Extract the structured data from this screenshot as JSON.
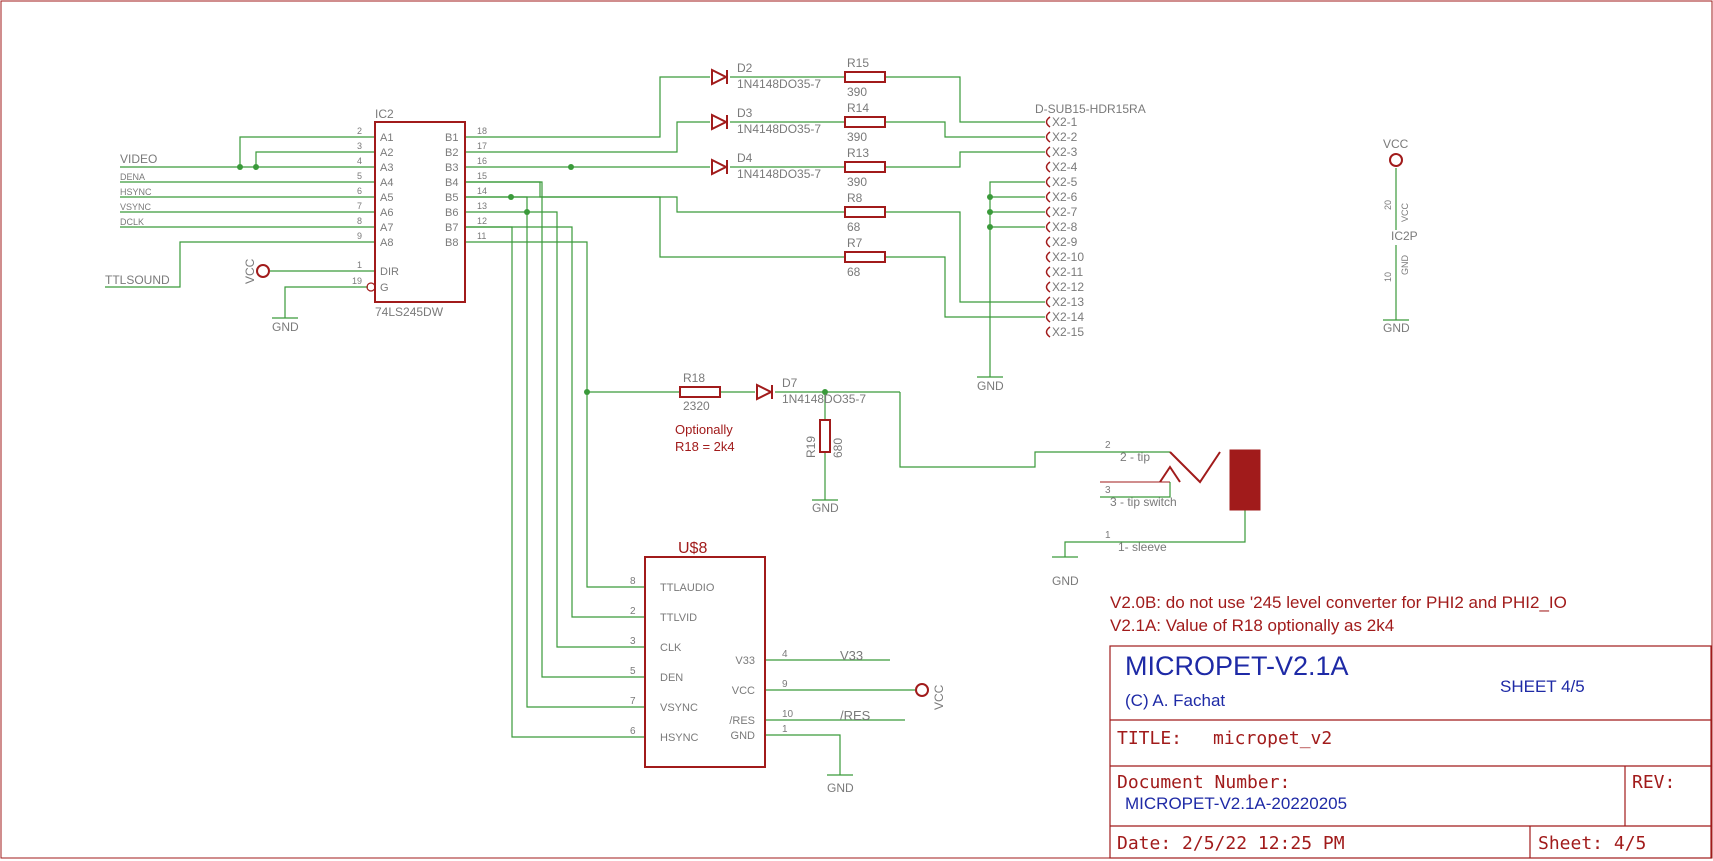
{
  "colors": {
    "wire": "#3a9a3a",
    "part": "#a11b1b",
    "label": "#7a7a7a",
    "blue": "#1e2aa6",
    "frame": "#a11b1b"
  },
  "ic2": {
    "name": "IC2",
    "value": "74LS245DW",
    "left_pins": [
      "A1",
      "A2",
      "A3",
      "A4",
      "A5",
      "A6",
      "A7",
      "A8",
      "DIR",
      "G"
    ],
    "left_nums": [
      "2",
      "3",
      "4",
      "5",
      "6",
      "7",
      "8",
      "9",
      "1",
      "19"
    ],
    "right_pins": [
      "B1",
      "B2",
      "B3",
      "B4",
      "B5",
      "B6",
      "B7",
      "B8"
    ],
    "right_nums": [
      "18",
      "17",
      "16",
      "15",
      "14",
      "13",
      "12",
      "11"
    ]
  },
  "signals": {
    "video": "VIDEO",
    "dena": "DENA",
    "hsync": "HSYNC",
    "vsync": "VSYNC",
    "dclk": "DCLK",
    "ttlsound": "TTLSOUND"
  },
  "power": {
    "vcc": "VCC",
    "gnd": "GND"
  },
  "diodes": [
    {
      "name": "D2",
      "value": "1N4148DO35-7"
    },
    {
      "name": "D3",
      "value": "1N4148DO35-7"
    },
    {
      "name": "D4",
      "value": "1N4148DO35-7"
    },
    {
      "name": "D7",
      "value": "1N4148DO35-7"
    }
  ],
  "resistors": [
    {
      "name": "R15",
      "value": "390"
    },
    {
      "name": "R14",
      "value": "390"
    },
    {
      "name": "R13",
      "value": "390"
    },
    {
      "name": "R8",
      "value": "68"
    },
    {
      "name": "R7",
      "value": "68"
    },
    {
      "name": "R18",
      "value": "2320"
    },
    {
      "name": "R19",
      "value": "680"
    }
  ],
  "note_r18": [
    "Optionally",
    "R18 = 2k4"
  ],
  "connector": {
    "title": "D-SUB15-HDR15RA",
    "pins": [
      "X2-1",
      "X2-2",
      "X2-3",
      "X2-4",
      "X2-5",
      "X2-6",
      "X2-7",
      "X2-8",
      "X2-9",
      "X2-10",
      "X2-11",
      "X2-12",
      "X2-13",
      "X2-14",
      "X2-15"
    ]
  },
  "ic2p": {
    "name": "IC2P",
    "pin20": "20",
    "pin20_label": "VCC",
    "pin10": "10",
    "pin10_label": "GND"
  },
  "jack": {
    "pins": [
      {
        "num": "2",
        "label": "2 - tip"
      },
      {
        "num": "3",
        "label": "3 - tip switch"
      },
      {
        "num": "1",
        "label": "1- sleeve"
      }
    ]
  },
  "us8": {
    "name": "U$8",
    "left_pins": [
      "TTLAUDIO",
      "TTLVID",
      "CLK",
      "DEN",
      "VSYNC",
      "HSYNC"
    ],
    "left_nums": [
      "8",
      "2",
      "3",
      "5",
      "7",
      "6"
    ],
    "right_pins": [
      "V33",
      "VCC",
      "/RES",
      "GND"
    ],
    "right_nums": [
      "4",
      "9",
      "10",
      "1"
    ],
    "net_v33": "V33",
    "net_res": "/RES"
  },
  "notes": [
    "V2.0B: do not use '245 level converter for PHI2 and PHI2_IO",
    "V2.1A: Value of R18 optionally as 2k4"
  ],
  "titleblock": {
    "project": "MICROPET-V2.1A",
    "sheet_top": "SHEET 4/5",
    "author": "(C) A. Fachat",
    "title_label": "TITLE:",
    "title_value": "micropet_v2",
    "doc_label": "Document Number:",
    "doc_value": "MICROPET-V2.1A-20220205",
    "rev_label": "REV:",
    "date": "Date: 2/5/22 12:25 PM",
    "sheet": "Sheet: 4/5"
  }
}
